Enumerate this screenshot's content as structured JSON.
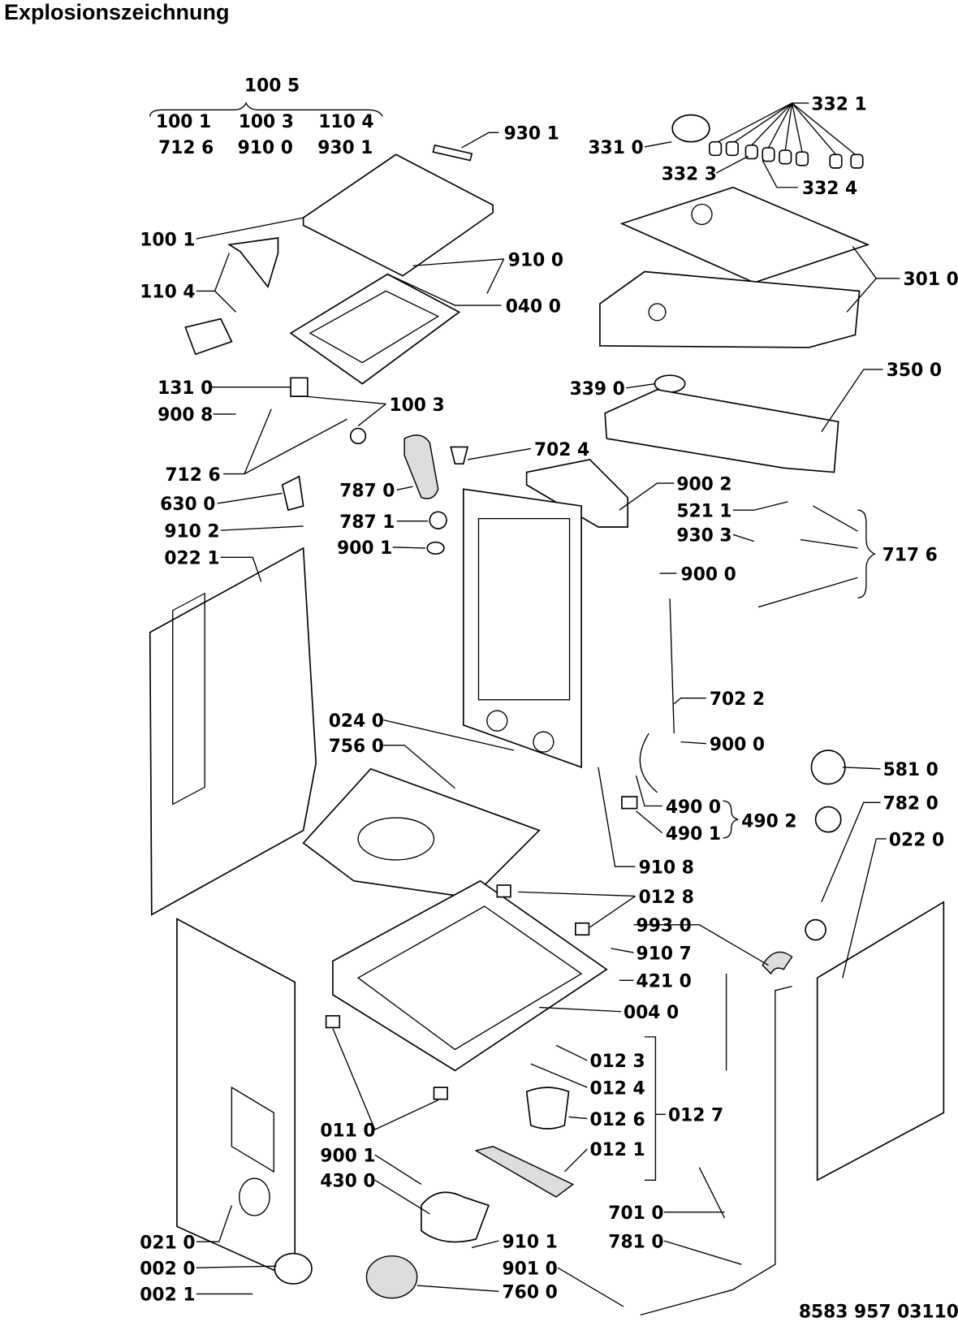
{
  "title": "Explosionszeichnung",
  "drawing_number": "8583 957 03110",
  "group_label": "100 5",
  "group_members": [
    "100 1",
    "100 3",
    "110 4",
    "712 6",
    "910 0",
    "930 1"
  ],
  "labels": [
    "930 1",
    "331 0",
    "332 1",
    "332 3",
    "332 4",
    "100 1",
    "910 0",
    "040 0",
    "301 0",
    "110 4",
    "131 0",
    "100 3",
    "339 0",
    "350 0",
    "900 8",
    "702 4",
    "712 6",
    "787 0",
    "900 2",
    "630 0",
    "521 1",
    "787 1",
    "930 3",
    "910 2",
    "900 1",
    "717 6",
    "022 1",
    "900 0",
    "702 2",
    "024 0",
    "756 0",
    "900 0",
    "581 0",
    "490 0",
    "782 0",
    "490 2",
    "022 0",
    "490 1",
    "910 8",
    "012 8",
    "993 0",
    "910 7",
    "421 0",
    "004 0",
    "012 3",
    "012 4",
    "012 7",
    "011 0",
    "012 6",
    "012 1",
    "900 1",
    "430 0",
    "701 0",
    "910 1",
    "021 0",
    "781 0",
    "002 0",
    "901 0",
    "002 1",
    "760 0"
  ]
}
